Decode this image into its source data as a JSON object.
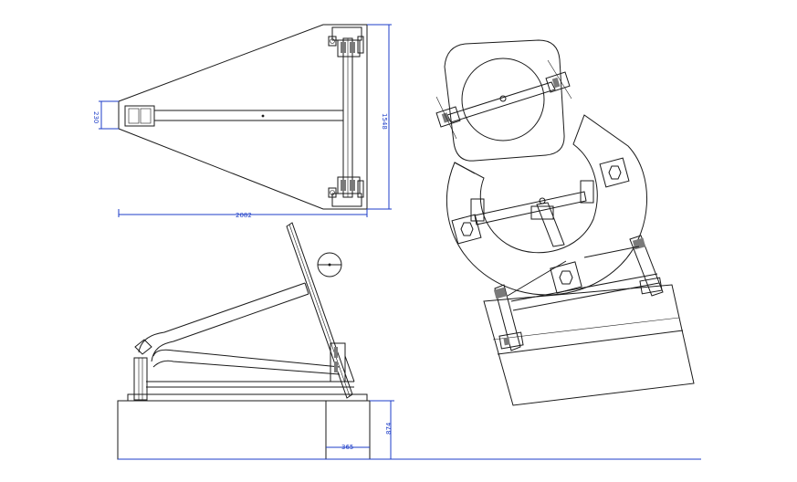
{
  "dimensions": {
    "top_view_width": "2082",
    "top_view_height": "1548",
    "top_view_tip": "230",
    "side_base_height": "874",
    "side_base_offset": "365"
  },
  "colors": {
    "linework": "#1a1a1a",
    "dimension": "#1e3ec8",
    "background": "#ffffff"
  }
}
